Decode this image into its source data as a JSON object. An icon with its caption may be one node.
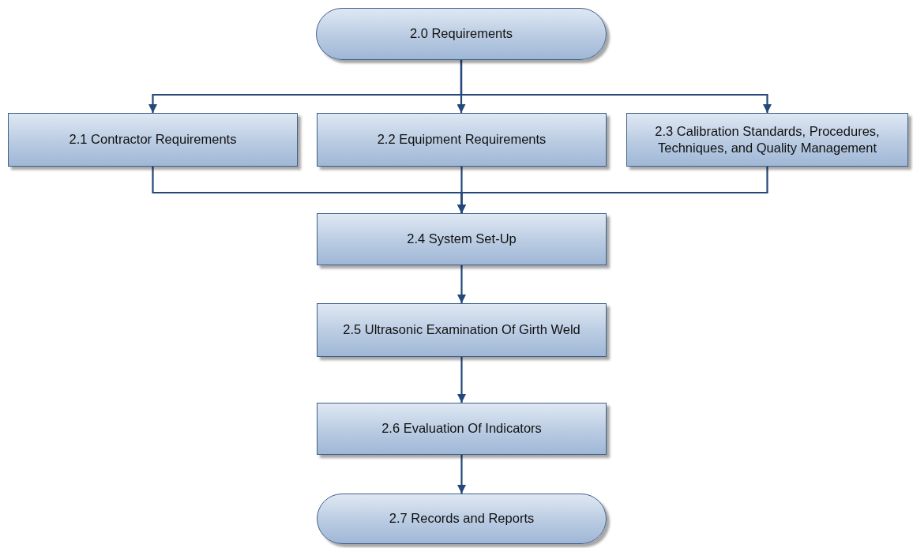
{
  "diagram": {
    "nodes": [
      {
        "text": [
          "2.0 Requirements"
        ]
      },
      {
        "text": [
          "2.1 Contractor Requirements"
        ]
      },
      {
        "text": [
          "2.2 Equipment Requirements"
        ]
      },
      {
        "text": [
          "2.3 Calibration Standards, Procedures, Techniques, and Quality Management"
        ]
      },
      {
        "text": [
          "2.4 System Set-Up"
        ]
      },
      {
        "text": [
          "2.5 Ultrasonic Examination Of Girth Weld"
        ]
      },
      {
        "text": [
          "2.6 Evaluation Of Indicators"
        ]
      },
      {
        "text": [
          "2.7 Records and Reports"
        ]
      }
    ],
    "edges": [
      {
        "from": 0,
        "to": 1,
        "arrow": "to"
      },
      {
        "from": 0,
        "to": 2,
        "arrow": "to"
      },
      {
        "from": 0,
        "to": 3,
        "arrow": "to"
      },
      {
        "from": 1,
        "to": 4,
        "arrow": "to"
      },
      {
        "from": 2,
        "to": 4,
        "arrow": "to"
      },
      {
        "from": 3,
        "to": 4,
        "arrow": "to"
      },
      {
        "from": 4,
        "to": 5,
        "arrow": "to"
      },
      {
        "from": 5,
        "to": 6,
        "arrow": "to"
      },
      {
        "from": 6,
        "to": 7,
        "arrow": "to"
      }
    ]
  }
}
